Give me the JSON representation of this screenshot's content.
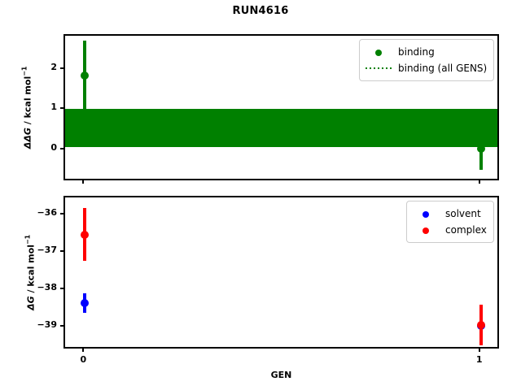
{
  "chart_data": {
    "type": "scatter",
    "title": "RUN4616",
    "xlabel": "GEN",
    "x": [
      0,
      1
    ],
    "xticklabels": [
      "0",
      "1"
    ],
    "xlim": [
      -0.05,
      1.05
    ],
    "panels": [
      {
        "name": "ddg-panel",
        "ylabel": "ΔΔG / kcal mol⁻¹",
        "ylabel_delta": "ΔΔG",
        "ylabel_units": " / kcal mol",
        "ylabel_exp": "−1",
        "ylim": [
          -0.78,
          2.84
        ],
        "yticks": [
          0,
          1,
          2
        ],
        "yticklabels": [
          "0",
          "1",
          "2"
        ],
        "grid": false,
        "series": [
          {
            "name": "binding",
            "color": "#008000",
            "marker": "o",
            "values": [
              1.85,
              0.04
            ],
            "yerr": [
              0.87,
              0.52
            ],
            "ylo": [
              0.98,
              -0.48
            ],
            "yhi": [
              2.72,
              0.56
            ]
          },
          {
            "name": "binding (all GENS)",
            "color": "#008000",
            "linestyle": "dotted",
            "band_top": 1.03,
            "band_bottom": 0.08
          }
        ],
        "legend": {
          "position": "upper right",
          "entries": [
            {
              "label": "binding",
              "color": "#008000",
              "handle": "marker"
            },
            {
              "label": "binding (all GENS)",
              "color": "#008000",
              "handle": "dotted-line"
            }
          ]
        }
      },
      {
        "name": "dg-panel",
        "ylabel": "ΔG / kcal mol⁻¹",
        "ylabel_delta": "ΔG",
        "ylabel_units": " / kcal mol",
        "ylabel_exp": "−1",
        "ylim": [
          -39.62,
          -35.52
        ],
        "yticks": [
          -39,
          -38,
          -37,
          -36
        ],
        "yticklabels": [
          "−39",
          "−38",
          "−37",
          "−36"
        ],
        "grid": false,
        "series": [
          {
            "name": "solvent",
            "color": "#0000ff",
            "marker": "o",
            "values": [
              -38.36,
              -38.96
            ],
            "yerr": [
              0.26,
              0.22
            ],
            "ylo": [
              -38.62,
              -39.18
            ],
            "yhi": [
              -38.1,
              -38.74
            ]
          },
          {
            "name": "complex",
            "color": "#ff0000",
            "marker": "o",
            "values": [
              -36.52,
              -38.95
            ],
            "yerr": [
              0.71,
              0.55
            ],
            "ylo": [
              -37.23,
              -39.5
            ],
            "yhi": [
              -35.81,
              -38.4
            ]
          }
        ],
        "legend": {
          "position": "upper right",
          "entries": [
            {
              "label": "solvent",
              "color": "#0000ff",
              "handle": "marker"
            },
            {
              "label": "complex",
              "color": "#ff0000",
              "handle": "marker"
            }
          ]
        }
      }
    ],
    "colors": {
      "binding": "#008000",
      "solvent": "#0000ff",
      "complex": "#ff0000",
      "axis": "#000000",
      "background": "#ffffff"
    }
  }
}
